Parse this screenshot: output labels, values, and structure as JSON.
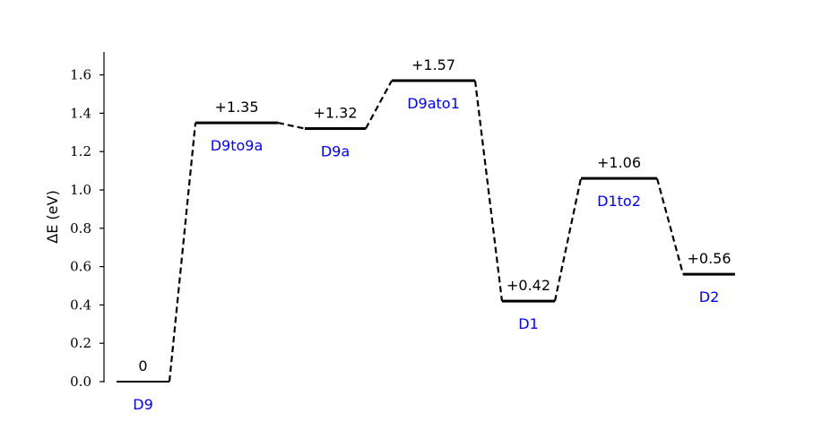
{
  "chart_data": {
    "type": "line",
    "title": "",
    "xlabel": "",
    "ylabel": "ΔE (eV)",
    "ylim": [
      0,
      1.72
    ],
    "yticks": [
      "0.0",
      "0.2",
      "0.4",
      "0.6",
      "0.8",
      "1.0",
      "1.2",
      "1.4",
      "1.6"
    ],
    "grid": false,
    "state_label_color": "#0000ff",
    "line_color": "#000000",
    "states": [
      {
        "name": "D9",
        "energy": 0.0,
        "value_label": "0"
      },
      {
        "name": "D9to9a",
        "energy": 1.35,
        "value_label": "+1.35"
      },
      {
        "name": "D9a",
        "energy": 1.32,
        "value_label": "+1.32"
      },
      {
        "name": "D9ato1",
        "energy": 1.57,
        "value_label": "+1.57"
      },
      {
        "name": "D1",
        "energy": 0.42,
        "value_label": "+0.42"
      },
      {
        "name": "D1to2",
        "energy": 1.06,
        "value_label": "+1.06"
      },
      {
        "name": "D2",
        "energy": 0.56,
        "value_label": "+0.56"
      }
    ]
  }
}
